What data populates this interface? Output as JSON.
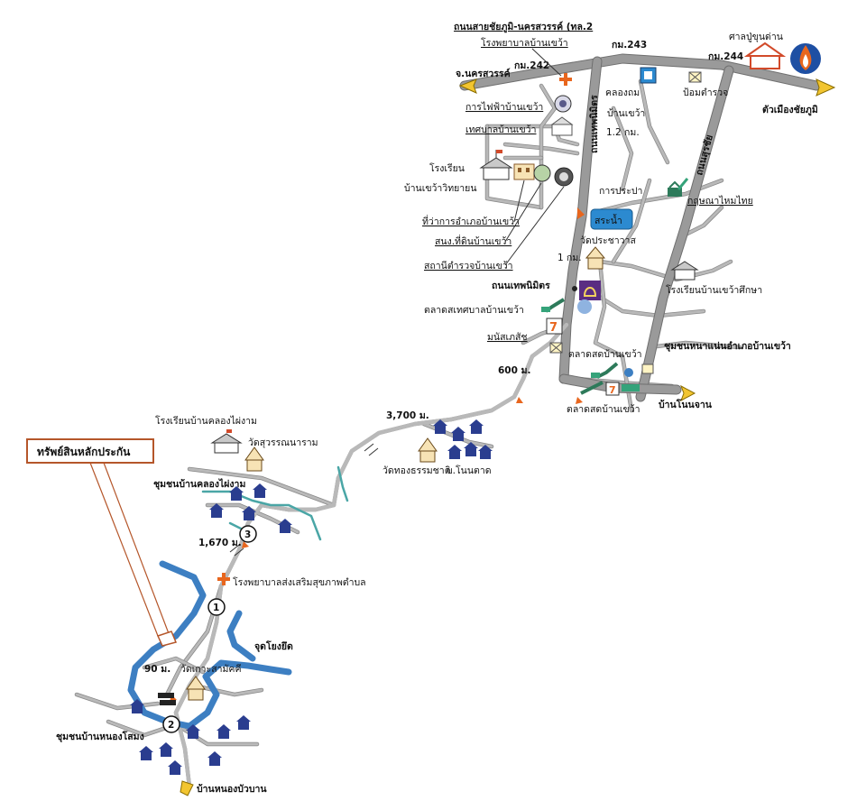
{
  "roads": {
    "sai_chaiyaphum": "ถนนสายชัยภูมิ-นครสวรรค์ (ทล.2",
    "km243": "กม.243",
    "km242": "กม.242",
    "km244": "กม.244",
    "thep_nimit_north": "ถนนเทพนิมิตร",
    "thep_nimit_mid": "ถนนเทพนิมิตร",
    "sura_chai": "ถนนสุรชัย"
  },
  "directions": {
    "nakhon_sawan": "จ.นครสวรรค์",
    "chaiyaphum_city": "ตัวเมืองชัยภูมิ",
    "ban_non_chan": "บ้านโนนจาน",
    "ban_nong_bua_ban": "บ้านหนองบัวบาน"
  },
  "places": {
    "sala_pu": "ศาลปู่ขุนด่าน",
    "hospital_ban_khwao": "โรงพยาบาลบ้านเขว้า",
    "electricity": "การไฟฟ้าบ้านเขว้า",
    "municipality": "เทศบาลบ้านเขว้า",
    "school_1": "โรงเรียน",
    "school_2": "บ้านเขว้าวิทยายน",
    "district_office": "ที่ว่าการอำเภอบ้านเขว้า",
    "land_office": "สนง.ที่ดินบ้านเขว้า",
    "police": "สถานีตำรวจบ้านเขว้า",
    "khlong_1": "คลองถม",
    "khlong_2": "บ้านเขว้า",
    "police_box": "ป้อมตำรวจ",
    "water_works": "การประปา",
    "pond": "สระน้ำ",
    "wat_pracha": "วัดประชาวาส",
    "krisana": "กฤษณาไหมไทย",
    "school_suksa": "โรงเรียนบ้านเขว้าศึกษา",
    "municipal_market": "ตลาดสเทศบาลบ้านเขว้า",
    "manuskit": "มนัสเภสัช",
    "fresh_market_1": "ตลาดสดบ้านเขว้า",
    "fresh_market_2": "ตลาดสดบ้านเขว้า",
    "community_dense": "ชุมชนหนาแน่นอำเภอบ้านเขว้า",
    "school_khlong_phai": "โรงเรียนบ้านคลองไผ่งาม",
    "wat_suwan": "วัดสุวรรณนาราม",
    "community_khlong_phai": "ชุมชนบ้านคลองไผ่งาม",
    "wat_thong": "วัดทองธรรมชาติ",
    "ban_non_tat": "บ.โนนตาด",
    "health_hospital": "โรงพยาบาลส่งเสริมสุขภาพตำบล",
    "jut_yong": "จุดโยงยึด",
    "wat_ko": "วัดเกาะสามัคคี",
    "community_nong_som": "ชุมชนบ้านหนองโสมง"
  },
  "distances": {
    "d_1_2km": "1.2 กม.",
    "d_1km": "1 กม.",
    "d_600m": "600 ม.",
    "d_3700m": "3,700 ม.",
    "d_1670m": "1,670 ม.",
    "d_90m": "90 ม."
  },
  "markers": {
    "m1": "1",
    "m2": "2",
    "m3": "3"
  },
  "asset": {
    "label": "ทรัพย์สินหลักประกัน"
  },
  "colors": {
    "road": "#9a9a9a",
    "river": "#3d7fc2",
    "creek": "#4aa6a6",
    "arrow": "#f2c530",
    "house": "#2a3d8f",
    "hospital": "#e8661e",
    "asset_box": "#b5562a"
  }
}
